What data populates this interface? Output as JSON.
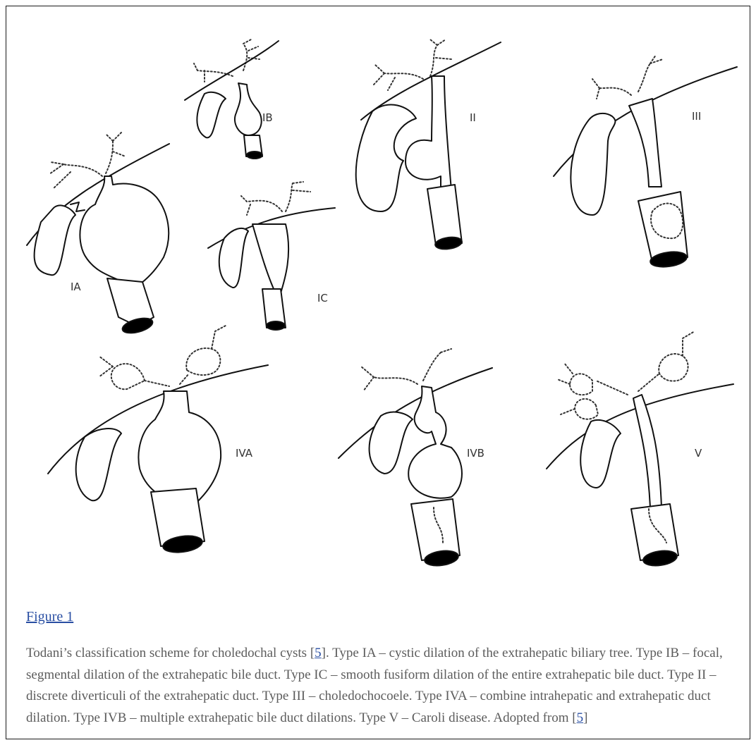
{
  "figure": {
    "link_label": "Figure 1",
    "labels": {
      "ia": "IA",
      "ib": "IB",
      "ic": "IC",
      "ii": "II",
      "iii": "III",
      "iva": "IVA",
      "ivb": "IVB",
      "v": "V"
    },
    "caption": {
      "part1": "Todani’s classification scheme for choledochal cysts [",
      "ref1": "5",
      "part2": "]. Type IA – cystic dilation of the extrahepatic biliary tree. Type IB – focal, segmental dilation of the extrahepatic bile duct. Type IC – smooth fusiform dilation of the entire extrahepatic bile duct. Type II – discrete diverticuli of the extrahepatic duct. Type III – choledochocoele. Type IVA – combine intrahepatic and extrahepatic duct dilation. Type IVB – multiple extrahepatic bile duct dilations. Type V – Caroli disease. Adopted from [",
      "ref2": "5",
      "part3": "]"
    }
  }
}
